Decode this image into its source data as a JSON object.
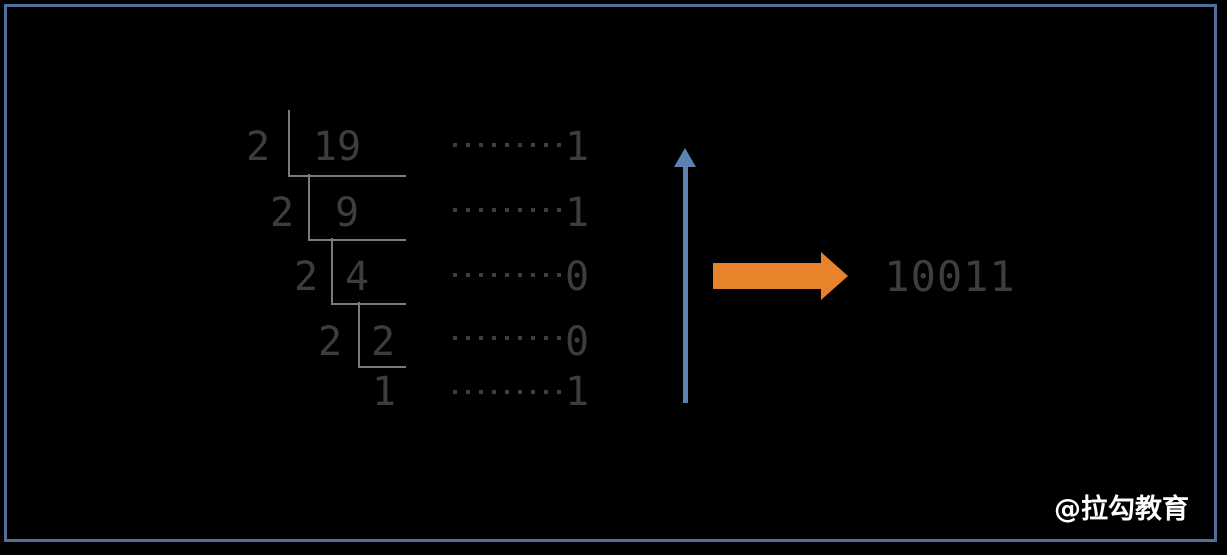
{
  "division": {
    "description_rows": [
      {
        "divisor": "2",
        "dividend": "19",
        "remainder": "1"
      },
      {
        "divisor": "2",
        "dividend": "9",
        "remainder": "1"
      },
      {
        "divisor": "2",
        "dividend": "4",
        "remainder": "0"
      },
      {
        "divisor": "2",
        "dividend": "2",
        "remainder": "0"
      }
    ],
    "final": {
      "quotient": "1",
      "remainder": "1"
    }
  },
  "result": {
    "value": "10011"
  },
  "watermark": {
    "text": "@拉勾教育"
  },
  "colors": {
    "background": "#000000",
    "border": "#526f9a",
    "bracket_line": "#7a7a7a",
    "digit_text": "#3d3d3d",
    "up_arrow": "#5b82b0",
    "right_arrow": "#e8832c",
    "watermark_text": "#ffffff"
  }
}
